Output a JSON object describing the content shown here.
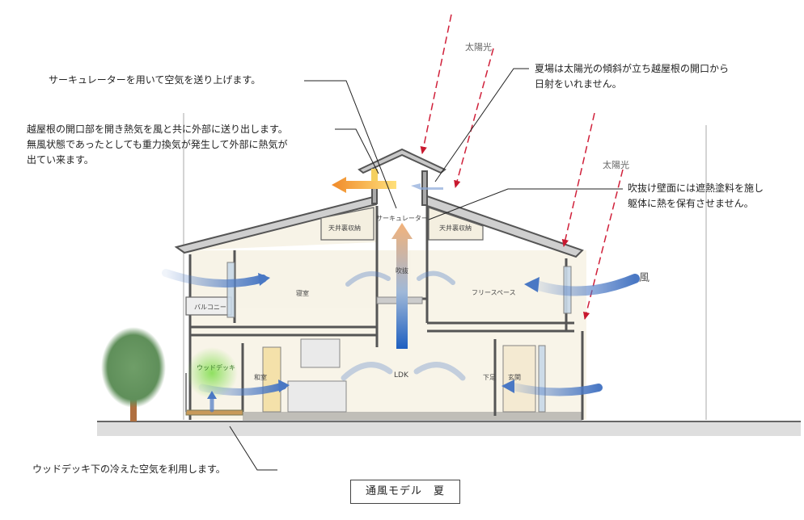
{
  "notes": {
    "circulator": "サーキュレーターを用いて空気を送り上げます。",
    "clerestory": "越屋根の開口部を開き熱気を風と共に外部に送り出します。\n無風状態であったとしても重力換気が発生して外部に熱気が\n出てい来ます。",
    "summer_sun": "夏場は太陽光の傾斜が立ち越屋根の開口から\n日射をいれません。",
    "void_wall": "吹抜け壁面には遮熱塗料を施し\n躯体に熱を保有させません。",
    "deck": "ウッドデッキ下の冷えた空気を利用します。"
  },
  "labels": {
    "sunlight_1": "太陽光",
    "sunlight_2": "太陽光",
    "wind": "風",
    "circulator": "サーキュレーター",
    "attic_left": "天井裏収納",
    "attic_right": "天井裏収納",
    "void": "吹抜",
    "bedroom": "寝室",
    "free_space": "フリースペース",
    "balcony": "バルコニー",
    "wood_deck": "ウッドデッキ",
    "japanese_room": "和室",
    "ldk": "LDK",
    "shoe_storage": "下足",
    "entrance": "玄関"
  },
  "caption": "通風モデル　夏",
  "colors": {
    "sun_ray": "#d0203a",
    "wind_arrow": "#4a78c4",
    "warm_air": "#f0a040",
    "cool_air": "#2a6fc8",
    "tree": "#5f8f5a",
    "trunk": "#b07040",
    "deck_glow": "#9fe27a"
  }
}
